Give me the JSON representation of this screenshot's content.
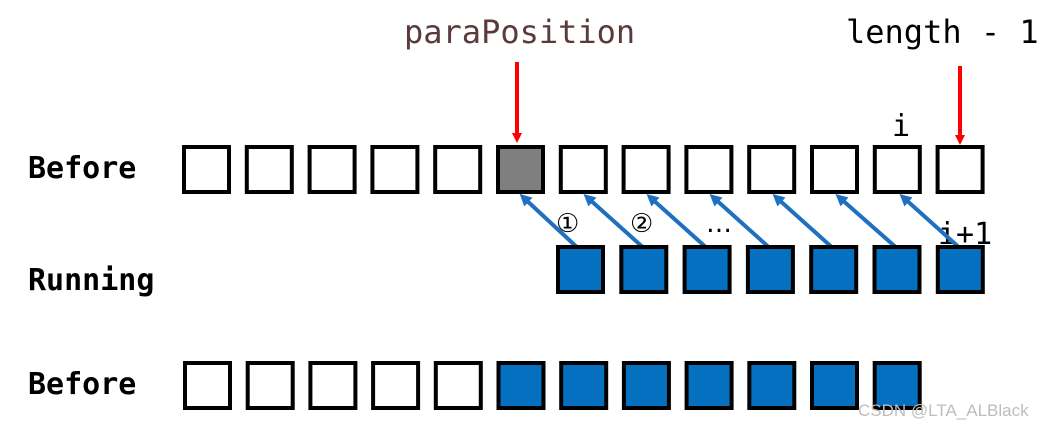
{
  "labels": {
    "row1": "Before",
    "row2": "Running",
    "row3": "Before",
    "para_position": "paraPosition",
    "length_minus_one": "length - 1",
    "index_i": "i",
    "index_i_plus_1": "i+1",
    "step_1": "①",
    "step_2": "②",
    "step_ellipsis": "…"
  },
  "watermark": "CSDN @LTA_ALBlack",
  "rows": {
    "before_top": [
      "empty",
      "empty",
      "empty",
      "empty",
      "empty",
      "gray",
      "empty",
      "empty",
      "empty",
      "empty",
      "empty",
      "empty",
      "empty"
    ],
    "running": [
      "blue",
      "blue",
      "blue",
      "blue",
      "blue",
      "blue",
      "blue"
    ],
    "before_bottom": [
      "empty",
      "empty",
      "empty",
      "empty",
      "empty",
      "blue",
      "blue",
      "blue",
      "blue",
      "blue",
      "blue",
      "blue"
    ]
  },
  "colors": {
    "blue": "#0570c0",
    "gray": "#7f7f7f",
    "empty": "#ffffff",
    "border": "#000000",
    "red_arrow": "#ff0000",
    "blue_arrow": "#1f70bf",
    "para_position_text": "#5a3a3a",
    "length_text": "#000000"
  }
}
